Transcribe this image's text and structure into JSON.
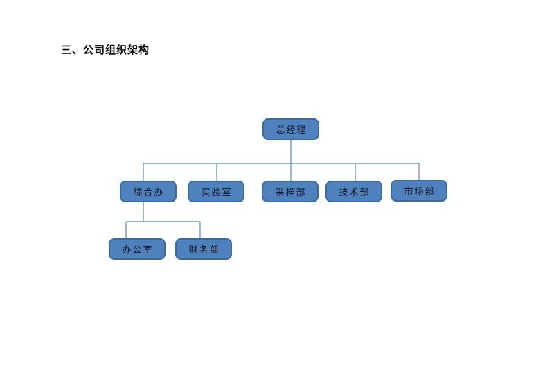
{
  "page": {
    "heading": "三、公司组织架构"
  },
  "org_chart": {
    "style": {
      "page_bg": "#ffffff",
      "node_fill": "#4f81bd",
      "node_border": "#3a6a9e",
      "node_text": "#0f1422",
      "connector_color": "#7197c3"
    },
    "nodes": [
      {
        "id": "general-manager",
        "label": "总经理"
      },
      {
        "id": "general-office",
        "label": "综合办"
      },
      {
        "id": "laboratory",
        "label": "实验室"
      },
      {
        "id": "sampling-dept",
        "label": "采样部"
      },
      {
        "id": "technology-dept",
        "label": "技术部"
      },
      {
        "id": "marketing-dept",
        "label": "市场部"
      },
      {
        "id": "office",
        "label": "办公室"
      },
      {
        "id": "finance-dept",
        "label": "财务部"
      }
    ],
    "hierarchy": [
      {
        "parent": "总经理",
        "children": [
          "综合办",
          "实验室",
          "采样部",
          "技术部",
          "市场部"
        ]
      },
      {
        "parent": "综合办",
        "children": [
          "办公室",
          "财务部"
        ]
      }
    ]
  }
}
